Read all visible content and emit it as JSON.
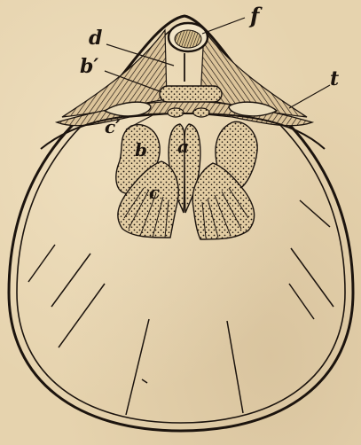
{
  "figure": {
    "labels": {
      "f": "f",
      "d": "d",
      "b_prime": "b′",
      "t": "t",
      "c_prime": "c′",
      "a": "a",
      "b": "b",
      "c": "c"
    },
    "colors": {
      "ink": "#1c140e",
      "paper": "#e6d3ae",
      "fill": "#dcc49a"
    }
  }
}
